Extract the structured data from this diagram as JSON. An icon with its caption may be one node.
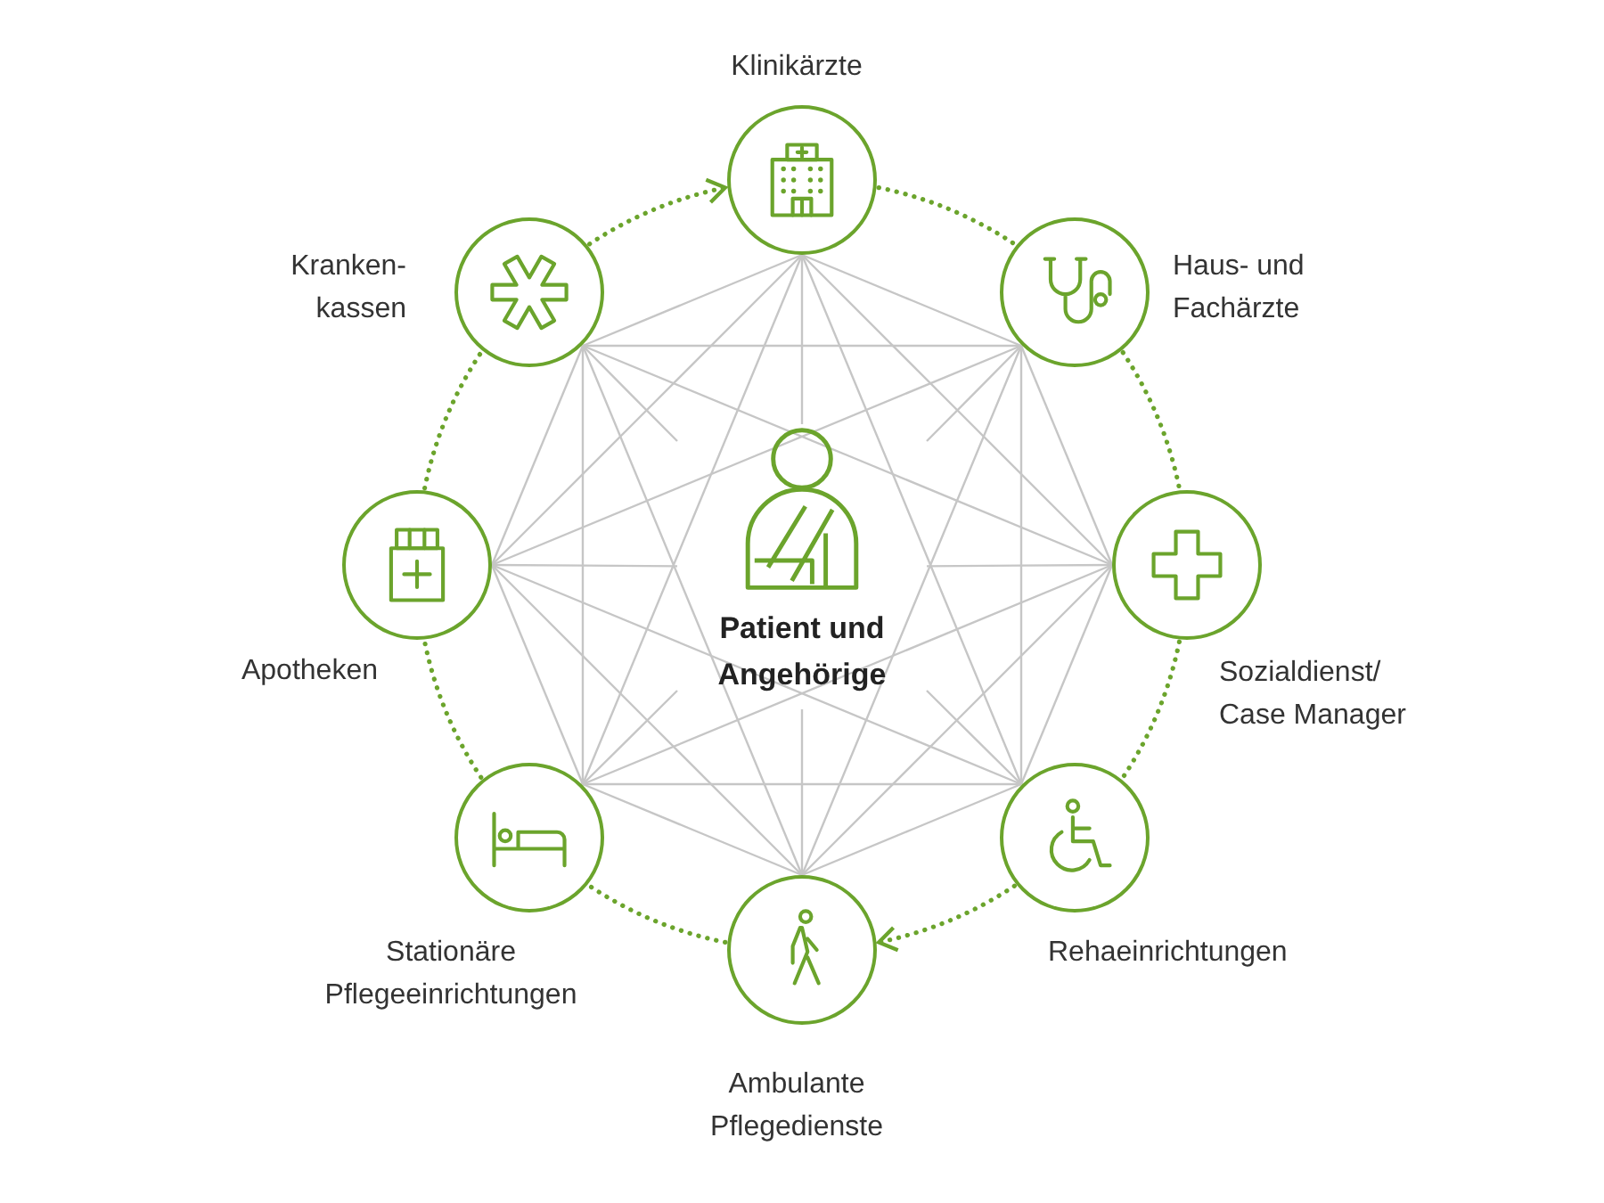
{
  "diagram": {
    "nodes": [
      {
        "text": [
          "Patient und Angehörige"
        ]
      },
      {
        "text": [
          "Klinikärzte"
        ]
      },
      {
        "text": [
          "Haus- und Fachärzte"
        ]
      },
      {
        "text": [
          "Sozialdienst/ Case Manager"
        ]
      },
      {
        "text": [
          "Rehaeinrichtungen"
        ]
      },
      {
        "text": [
          "Ambulante Pflegedienste"
        ]
      },
      {
        "text": [
          "Stationäre Pflegeeinrichtungen"
        ]
      },
      {
        "text": [
          "Apotheken"
        ]
      },
      {
        "text": [
          "Kranken- kassen"
        ]
      }
    ],
    "edges": [
      {
        "from": 8,
        "to": 1,
        "arrow": "to",
        "style": "dashed",
        "color": "#6ba42c"
      },
      {
        "from": 1,
        "to": 2,
        "arrow": "none",
        "style": "dashed",
        "color": "#6ba42c"
      },
      {
        "from": 2,
        "to": 3,
        "arrow": "none",
        "style": "dashed",
        "color": "#6ba42c"
      },
      {
        "from": 3,
        "to": 4,
        "arrow": "none",
        "style": "dashed",
        "color": "#6ba42c"
      },
      {
        "from": 4,
        "to": 5,
        "arrow": "to",
        "style": "dashed",
        "color": "#6ba42c"
      },
      {
        "from": 5,
        "to": 6,
        "arrow": "none",
        "style": "dashed",
        "color": "#6ba42c"
      },
      {
        "from": 6,
        "to": 7,
        "arrow": "none",
        "style": "dashed",
        "color": "#6ba42c"
      },
      {
        "from": 7,
        "to": 8,
        "arrow": "none",
        "style": "dashed",
        "color": "#6ba42c"
      },
      {
        "from": 1,
        "to": 0,
        "arrow": "none"
      },
      {
        "from": 2,
        "to": 0,
        "arrow": "none"
      },
      {
        "from": 3,
        "to": 0,
        "arrow": "none"
      },
      {
        "from": 4,
        "to": 0,
        "arrow": "none"
      },
      {
        "from": 5,
        "to": 0,
        "arrow": "none"
      },
      {
        "from": 6,
        "to": 0,
        "arrow": "none"
      },
      {
        "from": 7,
        "to": 0,
        "arrow": "none"
      },
      {
        "from": 8,
        "to": 0,
        "arrow": "none"
      },
      {
        "from": 1,
        "to": 2,
        "arrow": "none"
      },
      {
        "from": 1,
        "to": 3,
        "arrow": "none"
      },
      {
        "from": 1,
        "to": 4,
        "arrow": "none"
      },
      {
        "from": 1,
        "to": 6,
        "arrow": "none"
      },
      {
        "from": 1,
        "to": 7,
        "arrow": "none"
      },
      {
        "from": 1,
        "to": 8,
        "arrow": "none"
      },
      {
        "from": 2,
        "to": 3,
        "arrow": "none"
      },
      {
        "from": 2,
        "to": 4,
        "arrow": "none"
      },
      {
        "from": 2,
        "to": 5,
        "arrow": "none"
      },
      {
        "from": 2,
        "to": 7,
        "arrow": "none"
      },
      {
        "from": 2,
        "to": 8,
        "arrow": "none"
      },
      {
        "from": 3,
        "to": 4,
        "arrow": "none"
      },
      {
        "from": 3,
        "to": 5,
        "arrow": "none"
      },
      {
        "from": 3,
        "to": 6,
        "arrow": "none"
      },
      {
        "from": 3,
        "to": 8,
        "arrow": "none"
      },
      {
        "from": 4,
        "to": 5,
        "arrow": "none"
      },
      {
        "from": 4,
        "to": 6,
        "arrow": "none"
      },
      {
        "from": 4,
        "to": 7,
        "arrow": "none"
      },
      {
        "from": 5,
        "to": 6,
        "arrow": "none"
      },
      {
        "from": 5,
        "to": 7,
        "arrow": "none"
      },
      {
        "from": 5,
        "to": 8,
        "arrow": "none"
      },
      {
        "from": 6,
        "to": 7,
        "arrow": "none"
      },
      {
        "from": 6,
        "to": 8,
        "arrow": "none"
      },
      {
        "from": 7,
        "to": 8,
        "arrow": "none"
      }
    ]
  }
}
